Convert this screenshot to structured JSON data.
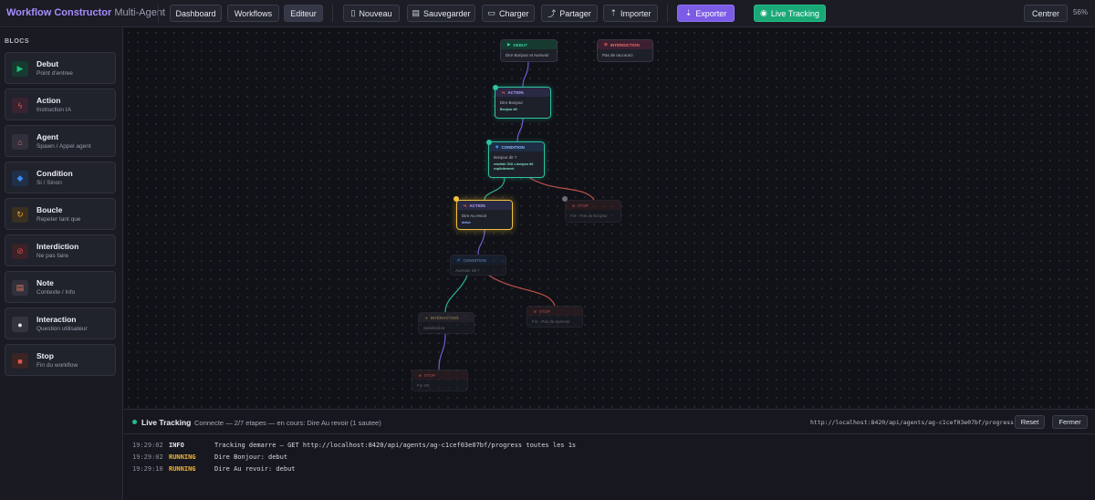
{
  "app": {
    "title": "Workflow Constructor",
    "subtitle": "Multi-Agent",
    "zoom": "56%"
  },
  "nav": {
    "dashboard": "Dashboard",
    "workflows": "Workflows",
    "editeur": "Editeur"
  },
  "toolbar": {
    "nouveau": "Nouveau",
    "sauvegarder": "Sauvegarder",
    "charger": "Charger",
    "partager": "Partager",
    "importer": "Importer",
    "exporter": "Exporter",
    "live": "Live Tracking",
    "centrer": "Centrer"
  },
  "sidebar": {
    "title": "BLOCS",
    "items": [
      {
        "title": "Debut",
        "desc": "Point d'entree",
        "icon": "play-icon",
        "color": "#1fbf7a"
      },
      {
        "title": "Action",
        "desc": "Instruction IA",
        "icon": "bolt-icon",
        "color": "#e0584e"
      },
      {
        "title": "Agent",
        "desc": "Spawn / Appel agent",
        "icon": "robot-icon",
        "color": "#d9d9e6"
      },
      {
        "title": "Condition",
        "desc": "Si / Sinon",
        "icon": "diamond-icon",
        "color": "#3b8bf0"
      },
      {
        "title": "Boucle",
        "desc": "Repeter tant que",
        "icon": "loop-icon",
        "color": "#f0a030"
      },
      {
        "title": "Interdiction",
        "desc": "Ne pas faire",
        "icon": "forbidden-icon",
        "color": "#e04848"
      },
      {
        "title": "Note",
        "desc": "Contexte / Info",
        "icon": "note-icon",
        "color": "#e07a5a"
      },
      {
        "title": "Interaction",
        "desc": "Question utilisateur",
        "icon": "chat-icon",
        "color": "#d9d9e6"
      },
      {
        "title": "Stop",
        "desc": "Fin du workflow",
        "icon": "stop-icon",
        "color": "#e0584e"
      }
    ]
  },
  "nodes": {
    "debut": {
      "type": "DEBUT",
      "body": "Dire Bonjour et Aurevoir"
    },
    "interdiction": {
      "type": "INTERDICTION",
      "body": "Pas de raccourci"
    },
    "action1": {
      "type": "ACTION",
      "body": "Dire Bonjour",
      "value": "Bonjour dit"
    },
    "condition1": {
      "type": "CONDITION",
      "body": "Bonjour dit ?",
      "value": "resultat: OUI ● bonjour dit explicitement"
    },
    "action2": {
      "type": "ACTION",
      "body": "Dire Au revoir",
      "value": "debut"
    },
    "stop1": {
      "type": "STOP",
      "body": "Fin - Pas de bonjour"
    },
    "condition2": {
      "type": "CONDITION",
      "body": "Aurevoir dit ?"
    },
    "interaction": {
      "type": "INTERACTION",
      "body": "Satisfaction"
    },
    "stop2": {
      "type": "STOP",
      "body": "Fin - Pas de aurevoir"
    },
    "stop3": {
      "type": "STOP",
      "body": "Fin OK"
    }
  },
  "tracking": {
    "title": "Live Tracking",
    "status": "Connecte — 2/7 etapes — en cours: Dire Au revoir (1 sautee)",
    "url": "http://localhost:8420/api/agents/ag-c1cef03e07bf/progress",
    "reset": "Reset",
    "fermer": "Fermer",
    "logs": [
      {
        "time": "19:29:02",
        "level": "INFO",
        "msg": "Tracking demarre — GET http://localhost:8420/api/agents/ag-c1cef03e07bf/progress toutes les 1s",
        "color": "#e6e7ee"
      },
      {
        "time": "19:29:02",
        "level": "RUNNING",
        "msg": "Dire Bonjour: debut",
        "color": "#f0b43a"
      },
      {
        "time": "19:29:10",
        "level": "RUNNING",
        "msg": "Dire Au revoir: debut",
        "color": "#f0b43a"
      }
    ]
  },
  "colors": {
    "accent": "#7c5ce6",
    "live": "#1aa877",
    "active_node": "#2ac4a0",
    "running_node": "#f0c040"
  }
}
